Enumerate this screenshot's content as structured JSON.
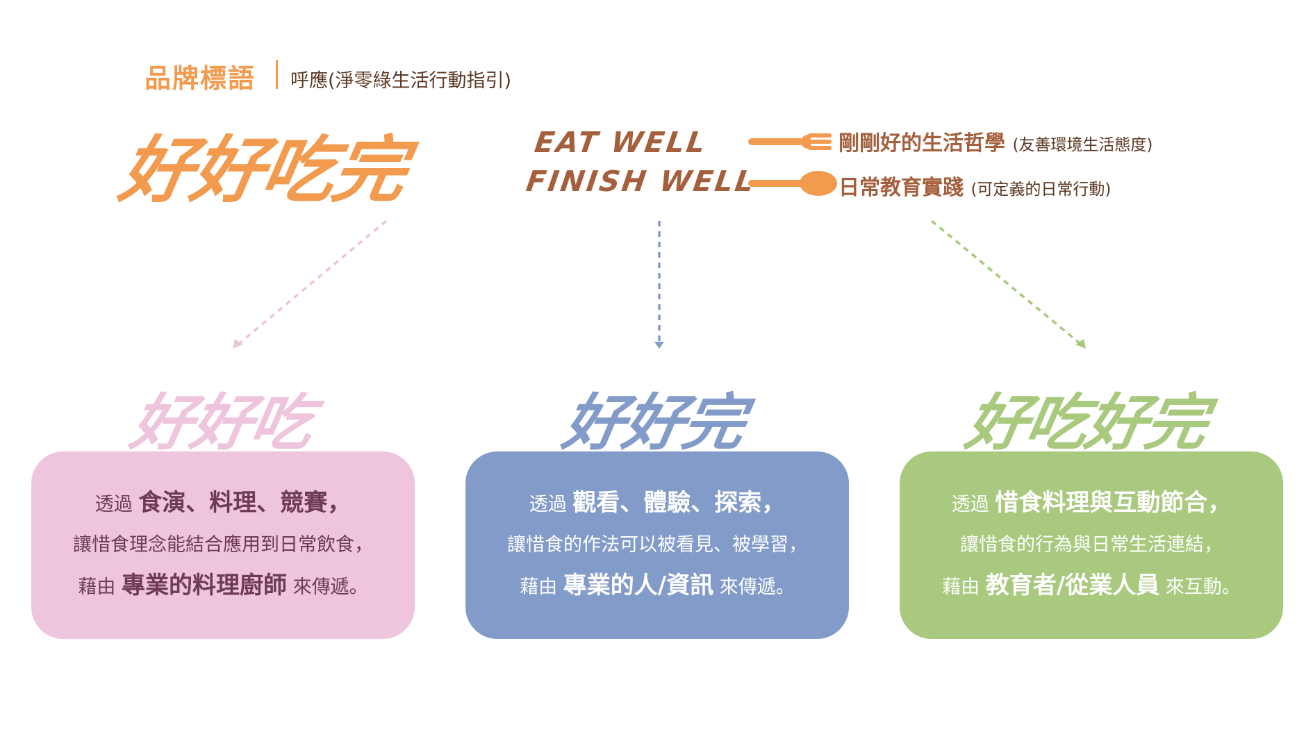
{
  "header": {
    "title": "品牌標語",
    "subtitle": "呼應(淨零綠生活行動指引)"
  },
  "main_logo": {
    "text": "好好吃完",
    "english_line1": "EAT WELL",
    "english_line2": "FINISH WELL"
  },
  "philosophy": {
    "item1": {
      "label": "剛剛好的生活哲學",
      "note": "(友善環境生活態度)",
      "icon": "fork-icon"
    },
    "item2": {
      "label": "日常教育實踐",
      "note": "(可定義的日常行動)",
      "icon": "spoon-icon"
    }
  },
  "colors": {
    "orange": "#F29A4E",
    "brown": "#A4603C",
    "pink": "#EEC5DD",
    "blue": "#829BC9",
    "green": "#A8C97E"
  },
  "columns": [
    {
      "logo": "好好吃",
      "line1_pre": "透過",
      "line1_em": "食演、料理、競賽，",
      "line2": "讓惜食理念能結合應用到日常飲食，",
      "line3_pre": "藉由",
      "line3_em": "專業的料理廚師",
      "line3_post": "來傳遞。"
    },
    {
      "logo": "好好完",
      "line1_pre": "透過",
      "line1_em": "觀看、體驗、探索，",
      "line2": "讓惜食的作法可以被看見、被學習，",
      "line3_pre": "藉由",
      "line3_em": "專業的人/資訊",
      "line3_post": "來傳遞。"
    },
    {
      "logo": "好吃好完",
      "line1_pre": "透過",
      "line1_em": "惜食料理與互動節合，",
      "line2": "讓惜食的行為與日常生活連結，",
      "line3_pre": "藉由",
      "line3_em": "教育者/從業人員",
      "line3_post": "來互動。"
    }
  ]
}
